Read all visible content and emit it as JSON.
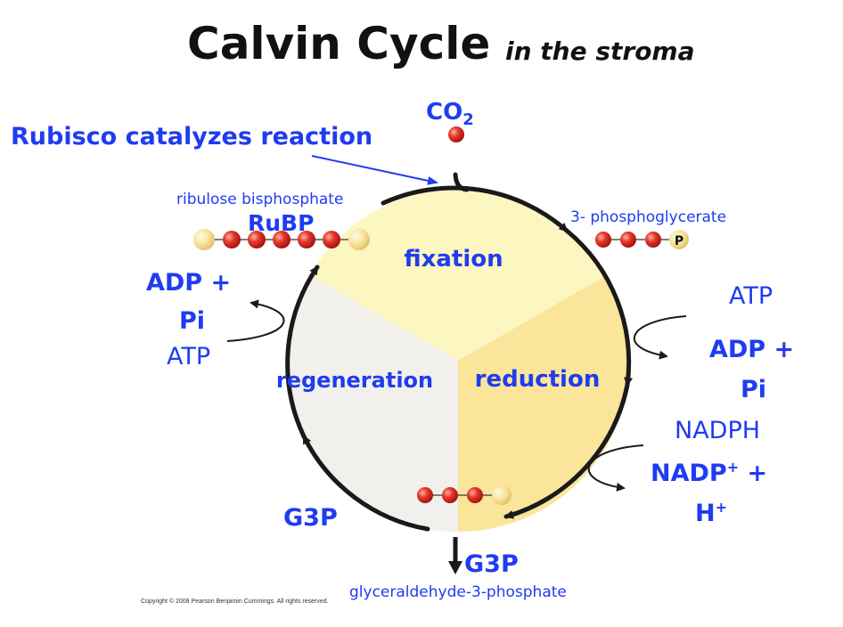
{
  "title": {
    "main": "Calvin Cycle",
    "sub": "in the stroma"
  },
  "colors": {
    "label_blue": "#1f3cf0",
    "fixation_fill": "#fcf6c0",
    "reduction_fill": "#fbe59a",
    "regeneration_fill": "#f1f0ec",
    "arrow": "#1a1a1a",
    "carbon_red": "#d8231e",
    "phosphate_yellow": "#f7e59d"
  },
  "labels": {
    "co2_main": "CO",
    "co2_sub": "2",
    "rubisco": "Rubisco catalyzes reaction",
    "rubp_full": "ribulose bisphosphate",
    "rubp_abbr": "RuBP",
    "pga": "3- phosphoglycerate",
    "phosphate_symbol": "P",
    "left_adp": "ADP +",
    "left_pi": "Pi",
    "left_atp": "ATP",
    "right_atp": "ATP",
    "right_adp": "ADP +",
    "right_pi": "Pi",
    "nadph": "NADPH",
    "nadp_main": "NADP",
    "nadp_sup": "+",
    "nadp_plus": " +",
    "h_main": "H",
    "h_sup": "+",
    "g3p_left": "G3P",
    "g3p_out": "G3P",
    "g3p_full": "glyceraldehyde-3-phosphate",
    "copyright": "Copyright © 2008 Pearson Benjamin Cummings. All rights reserved."
  },
  "phases": {
    "fixation": "fixation",
    "reduction": "reduction",
    "regeneration": "regeneration"
  }
}
